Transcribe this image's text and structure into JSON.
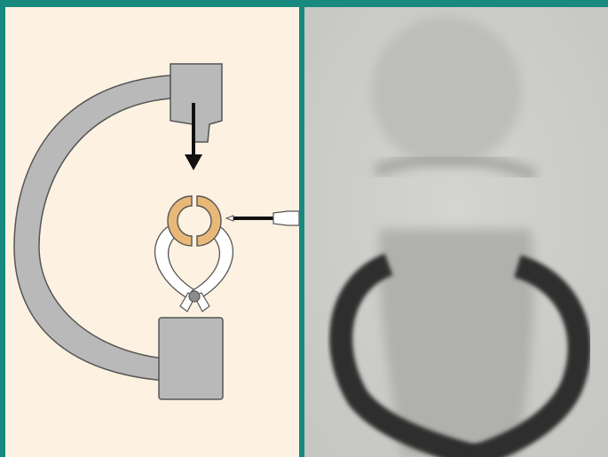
{
  "figure": {
    "colors": {
      "frame": "#17897e",
      "diagram_background": "#fdf1e1",
      "c_arm_gray": "#b9b9b9",
      "outline": "#555555",
      "bone_ring": "#e8b878",
      "clamp_white": "#ffffff",
      "xray_background": "#cfcfcb",
      "xray_dark": "#2e2e2e"
    },
    "left_panel": {
      "components": [
        {
          "id": "c-arm",
          "icon": "c-arm-arc"
        },
        {
          "id": "xray-source",
          "icon": "source-box"
        },
        {
          "id": "beam-arrow",
          "icon": "down-arrow"
        },
        {
          "id": "bone-cross-section",
          "icon": "split-ring"
        },
        {
          "id": "reduction-clamp",
          "icon": "clamp"
        },
        {
          "id": "kirschner-wire",
          "icon": "wire-pin"
        },
        {
          "id": "detector",
          "icon": "detector-box"
        }
      ]
    },
    "right_panel": {
      "image": "fluoroscopy-radiograph",
      "visible_structures": [
        "bone-shaft",
        "transverse-pin",
        "clamp-jaws"
      ]
    }
  }
}
